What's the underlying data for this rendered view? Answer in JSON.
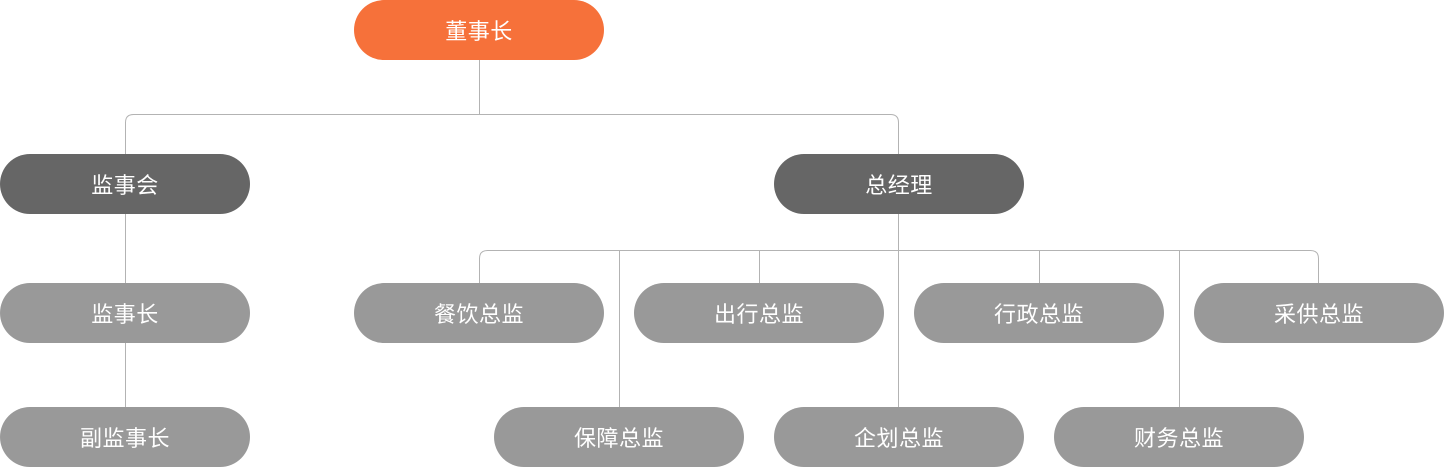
{
  "colors": {
    "top": "#f6713a",
    "level1": "#666666",
    "level2": "#999999",
    "connector": "#b3b3b3",
    "text": "#ffffff"
  },
  "org": {
    "chairman": "董事长",
    "supervisory_board": "监事会",
    "general_manager": "总经理",
    "chief_supervisor": "监事长",
    "vice_supervisor": "副监事长",
    "catering_director": "餐饮总监",
    "travel_director": "出行总监",
    "admin_director": "行政总监",
    "procurement_director": "采供总监",
    "support_director": "保障总监",
    "planning_director": "企划总监",
    "finance_director": "财务总监"
  }
}
